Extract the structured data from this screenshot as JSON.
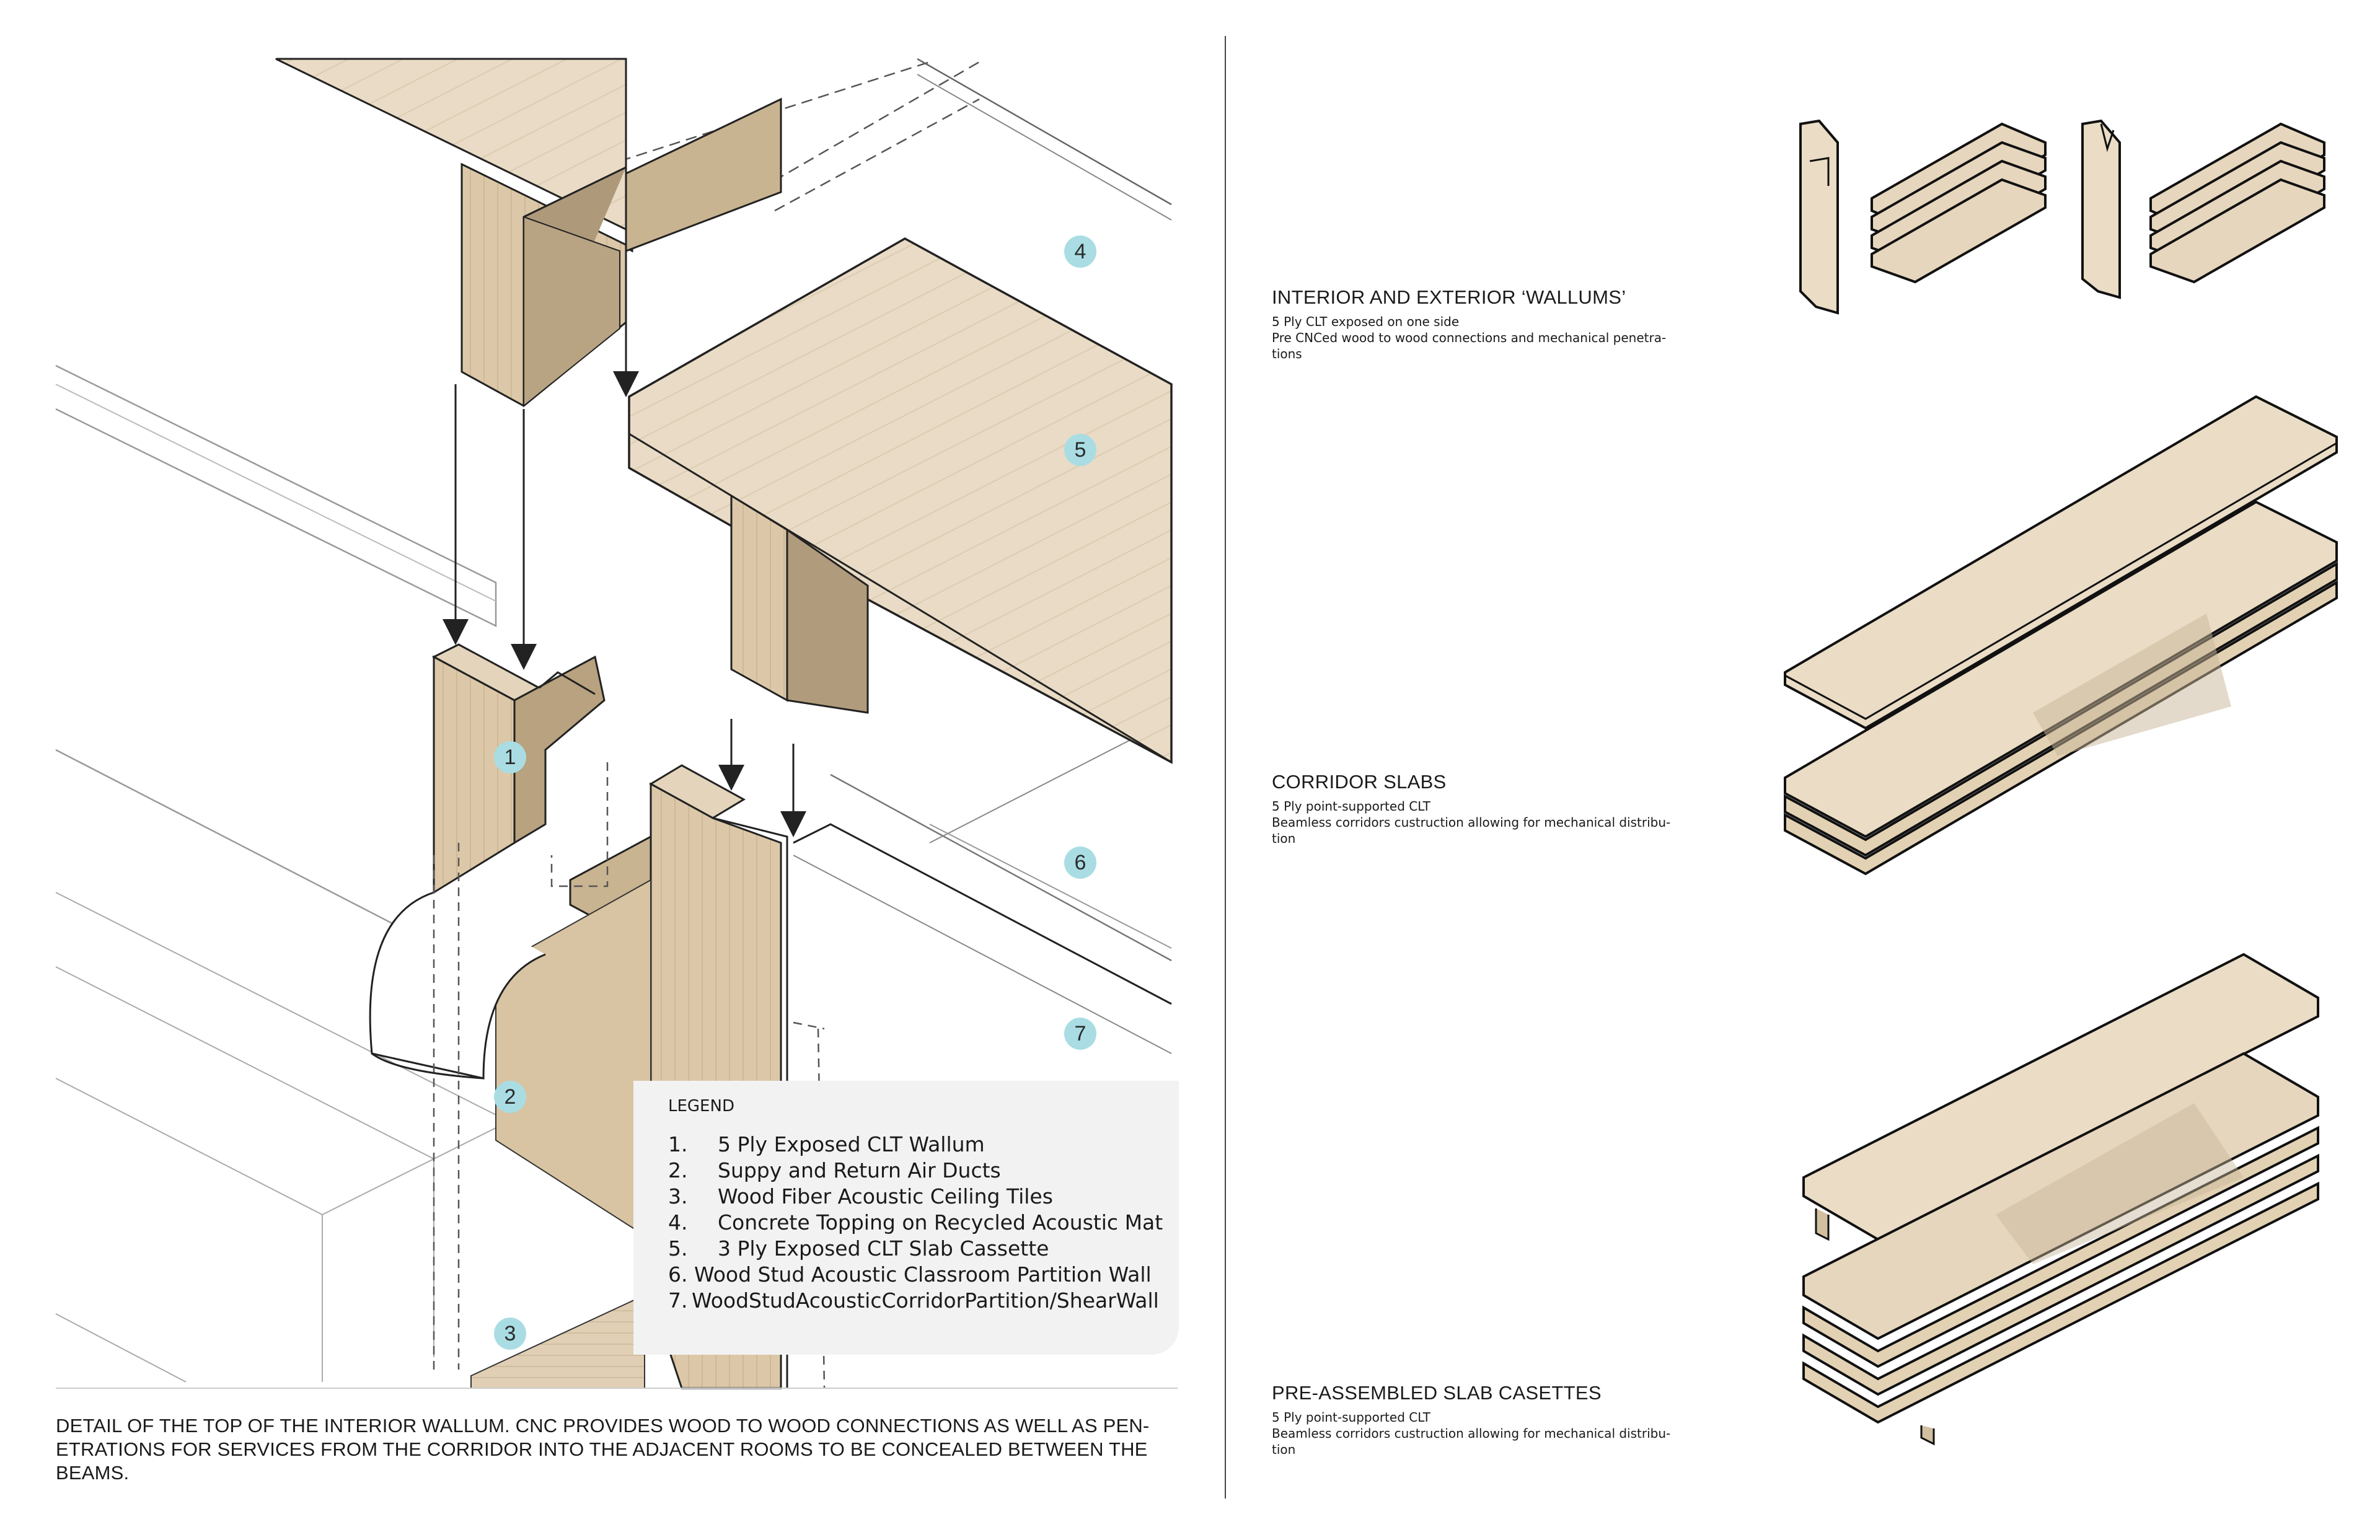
{
  "callouts": [
    "1",
    "2",
    "3",
    "4",
    "5",
    "6",
    "7"
  ],
  "legend": {
    "title": "LEGEND",
    "items": [
      {
        "num": "1.",
        "text": "5 Ply Exposed CLT Wallum"
      },
      {
        "num": "2.",
        "text": "Suppy and Return Air Ducts"
      },
      {
        "num": "3.",
        "text": "Wood Fiber Acoustic Ceiling Tiles"
      },
      {
        "num": "4.",
        "text": "Concrete Topping on Recycled Acoustic Mat"
      },
      {
        "num": "5.",
        "text": "3 Ply Exposed CLT Slab Cassette"
      },
      {
        "num": "6.",
        "text": "Wood Stud Acoustic Classroom Partition Wall"
      },
      {
        "num": "7.",
        "text": "WoodStudAcousticCorridorPartition/ShearWall"
      }
    ]
  },
  "caption": "Detail of the top of the interior wallum.  CNC provides wood to wood connections as well as pen- etrations for services from the corridor into the adjacent rooms to be concealed between the beams.",
  "sections": [
    {
      "title": "INTERIOR AND EXTERIOR ‘WALLUMS’",
      "desc": [
        "5 Ply CLT exposed on one side",
        "Pre CNCed wood to wood connections and mechanical penetra-",
        "tions"
      ]
    },
    {
      "title": "CORRIDOR SLABS",
      "desc": [
        "5 Ply point-supported CLT",
        "Beamless corridors custruction allowing for mechanical distribu-",
        "tion"
      ]
    },
    {
      "title": "PRE-ASSEMBLED SLAB CASETTES",
      "desc": [
        "5 Ply point-supported CLT",
        "Beamless corridors custruction allowing for mechanical distribu-",
        "tion"
      ]
    }
  ],
  "colors": {
    "wood": "#e8d9c2",
    "wood_shade": "#cbb89a",
    "marker": "#a9dde3",
    "legend_bg": "#f2f2f3"
  }
}
